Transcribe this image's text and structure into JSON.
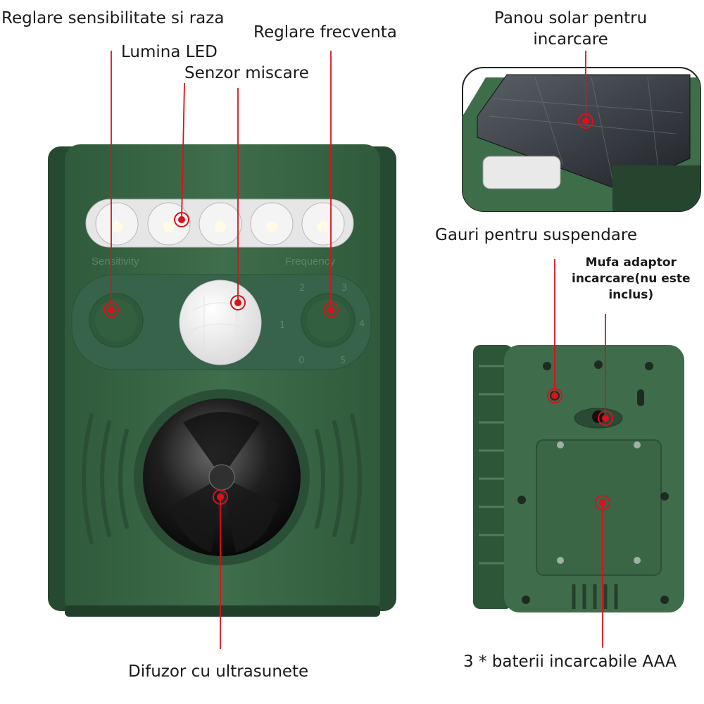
{
  "labels": {
    "sensitivity": "Reglare sensibilitate si raza",
    "led": "Lumina LED",
    "frequency": "Reglare frecventa",
    "motion": "Senzor miscare",
    "solar_line1": "Panou solar pentru",
    "solar_line2": "incarcare",
    "holes": "Gauri pentru suspendare",
    "adapter_line1": "Mufa adaptor",
    "adapter_line2": "incarcare(nu este",
    "adapter_line3": "inclus)",
    "speaker": "Difuzor cu ultrasunete",
    "batteries": "3 * baterii incarcabile AAA"
  },
  "device_print": {
    "sensitivity": "Sensitivity",
    "frequency": "Frequency",
    "dial_numbers": [
      "1",
      "2",
      "3",
      "4",
      "5",
      "0"
    ]
  },
  "colors": {
    "device_green": "#3d6b4a",
    "device_dark": "#2c5237",
    "marker_red": "#d9121b"
  }
}
